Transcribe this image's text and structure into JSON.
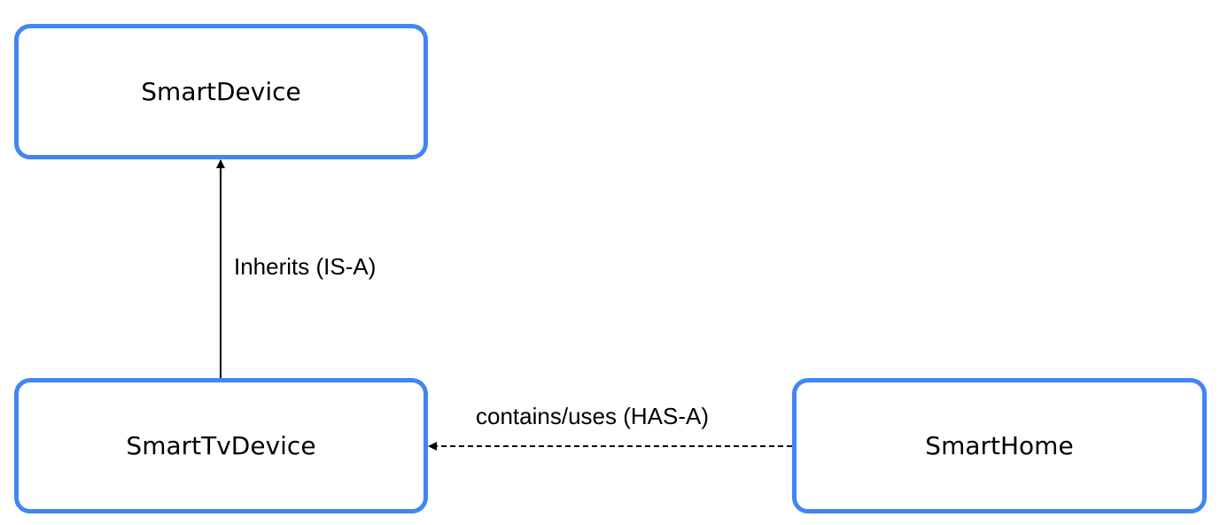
{
  "nodes": {
    "smart_device": "SmartDevice",
    "smart_tv_device": "SmartTvDevice",
    "smart_home": "SmartHome"
  },
  "edges": {
    "inherits": "Inherits (IS-A)",
    "contains": "contains/uses (HAS-A)"
  },
  "colors": {
    "node_border": "#4285f4",
    "edge": "#000000"
  }
}
